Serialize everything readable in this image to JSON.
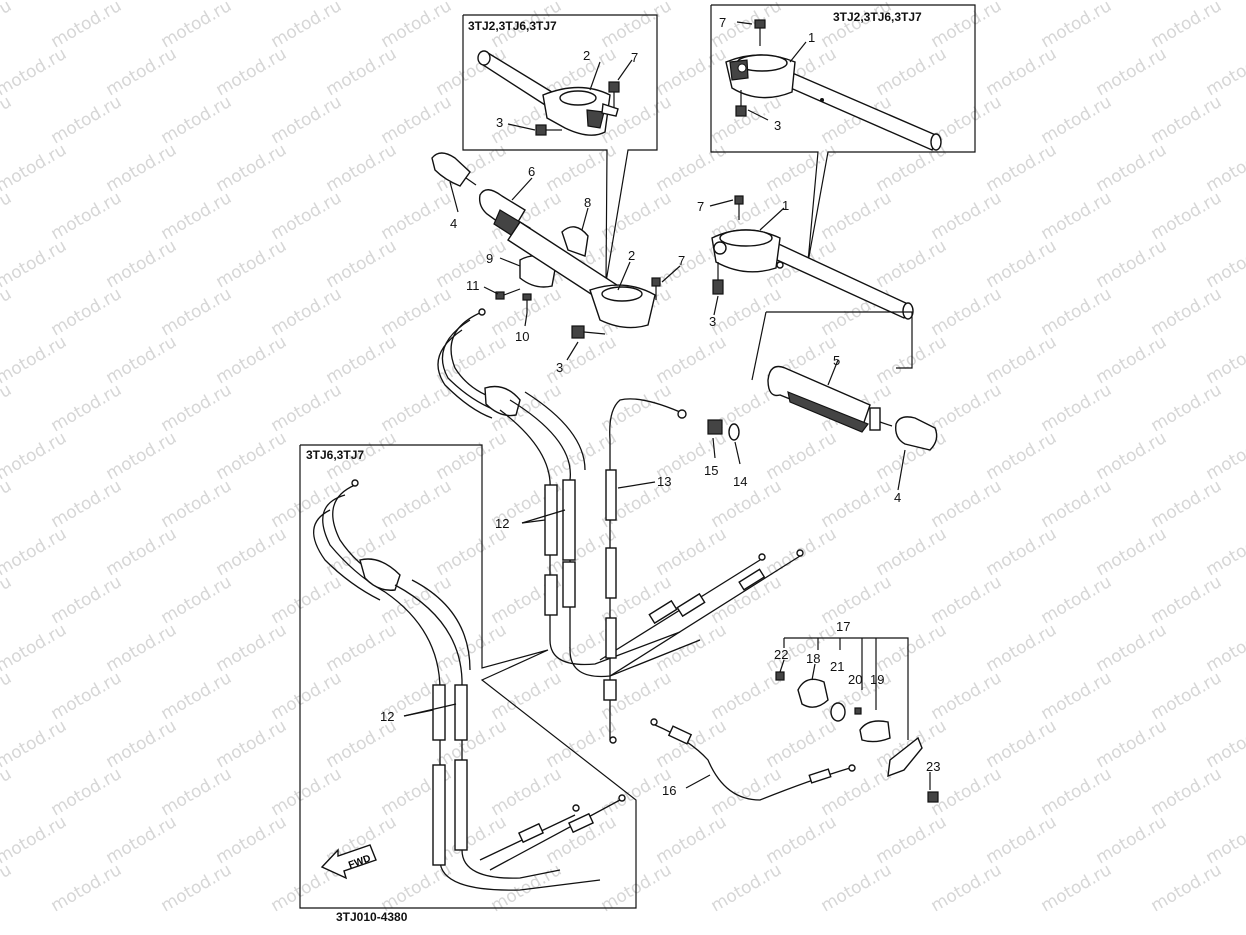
{
  "watermark": "motod.ru",
  "drawing_code": "3TJ010-4380",
  "insets": {
    "top_left": "3TJ2,3TJ6,3TJ7",
    "top_right": "3TJ2,3TJ6,3TJ7",
    "lower_left": "3TJ6,3TJ7"
  },
  "fwd_label": "FWD",
  "callouts": {
    "c1a": "1",
    "c1b": "1",
    "c2a": "2",
    "c2b": "2",
    "c3a": "3",
    "c3b": "3",
    "c3c": "3",
    "c3d": "3",
    "c4a": "4",
    "c4b": "4",
    "c5": "5",
    "c6": "6",
    "c7a": "7",
    "c7b": "7",
    "c7c": "7",
    "c7d": "7",
    "c8": "8",
    "c9": "9",
    "c10": "10",
    "c11": "11",
    "c12a": "12",
    "c12b": "12",
    "c13": "13",
    "c14": "14",
    "c15": "15",
    "c16": "16",
    "c17": "17",
    "c18": "18",
    "c19": "19",
    "c20": "20",
    "c21": "21",
    "c22": "22",
    "c23": "23"
  }
}
